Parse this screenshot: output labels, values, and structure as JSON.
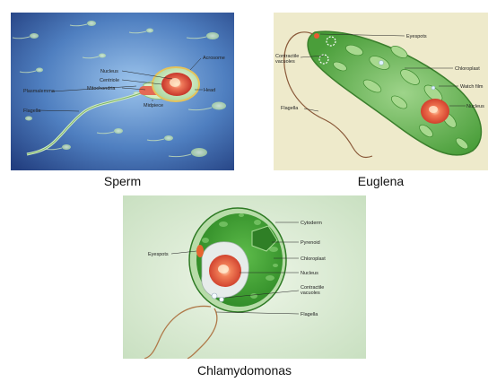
{
  "panels": {
    "sperm": {
      "caption": "Sperm",
      "labels": {
        "acrosome": "Acrosome",
        "nucleus": "Nucleus",
        "centriole": "Centriole",
        "mitochondria": "Mitochondria",
        "head": "Head",
        "plasmalemma": "Plasmalemma",
        "midpiece": "Midpiece",
        "flagella": "Flagella"
      }
    },
    "euglena": {
      "caption": "Euglena",
      "labels": {
        "eyespots": "Eyespots",
        "contractile_vacuoles_1": "Contractile",
        "contractile_vacuoles_2": "vacuoles",
        "chloroplast": "Chloroplast",
        "watch_film": "Watch film",
        "flagella": "Flagella",
        "nucleus": "Nucleus"
      }
    },
    "chlamydomonas": {
      "caption": "Chlamydomonas",
      "labels": {
        "cytoderm": "Cytoderm",
        "eyespots": "Eyespots",
        "pyrenoid": "Pyrenoid",
        "chloroplast": "Chloroplast",
        "nucleus": "Nucleus",
        "contractile_vacuoles_1": "Contractile",
        "contractile_vacuoles_2": "vacuoles",
        "flagella": "Flagella"
      }
    }
  },
  "colors": {
    "sperm_bg": "#3f6fb0",
    "euglena_bg": "#eeeacb",
    "chlamy_bg": "#d9ead5",
    "cell_green": "#4caa3a",
    "nucleus_red": "#e4553a"
  }
}
